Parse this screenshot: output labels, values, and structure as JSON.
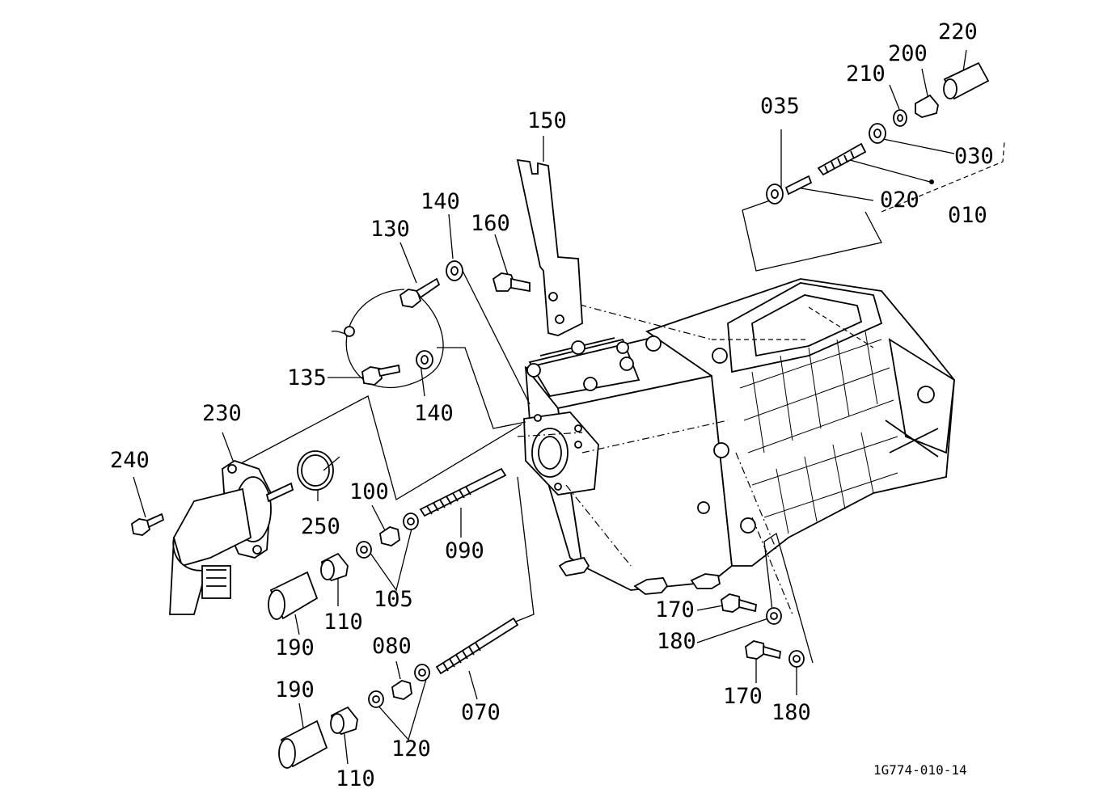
{
  "diagram": {
    "reference_code": "1G774-010-14",
    "callouts": [
      {
        "id": "c220",
        "text": "220"
      },
      {
        "id": "c200",
        "text": "200"
      },
      {
        "id": "c210",
        "text": "210"
      },
      {
        "id": "c035",
        "text": "035"
      },
      {
        "id": "c030",
        "text": "030"
      },
      {
        "id": "c020",
        "text": "020"
      },
      {
        "id": "c010",
        "text": "010"
      },
      {
        "id": "c150",
        "text": "150"
      },
      {
        "id": "c140a",
        "text": "140"
      },
      {
        "id": "c160",
        "text": "160"
      },
      {
        "id": "c130",
        "text": "130"
      },
      {
        "id": "c135",
        "text": "135"
      },
      {
        "id": "c140b",
        "text": "140"
      },
      {
        "id": "c230",
        "text": "230"
      },
      {
        "id": "c240",
        "text": "240"
      },
      {
        "id": "c250",
        "text": "250"
      },
      {
        "id": "c100",
        "text": "100"
      },
      {
        "id": "c090",
        "text": "090"
      },
      {
        "id": "c105",
        "text": "105"
      },
      {
        "id": "c110a",
        "text": "110"
      },
      {
        "id": "c190a",
        "text": "190"
      },
      {
        "id": "c170a",
        "text": "170"
      },
      {
        "id": "c180a",
        "text": "180"
      },
      {
        "id": "c080",
        "text": "080"
      },
      {
        "id": "c070",
        "text": "070"
      },
      {
        "id": "c190b",
        "text": "190"
      },
      {
        "id": "c120",
        "text": "120"
      },
      {
        "id": "c110b",
        "text": "110"
      },
      {
        "id": "c170b",
        "text": "170"
      },
      {
        "id": "c180b",
        "text": "180"
      }
    ]
  }
}
